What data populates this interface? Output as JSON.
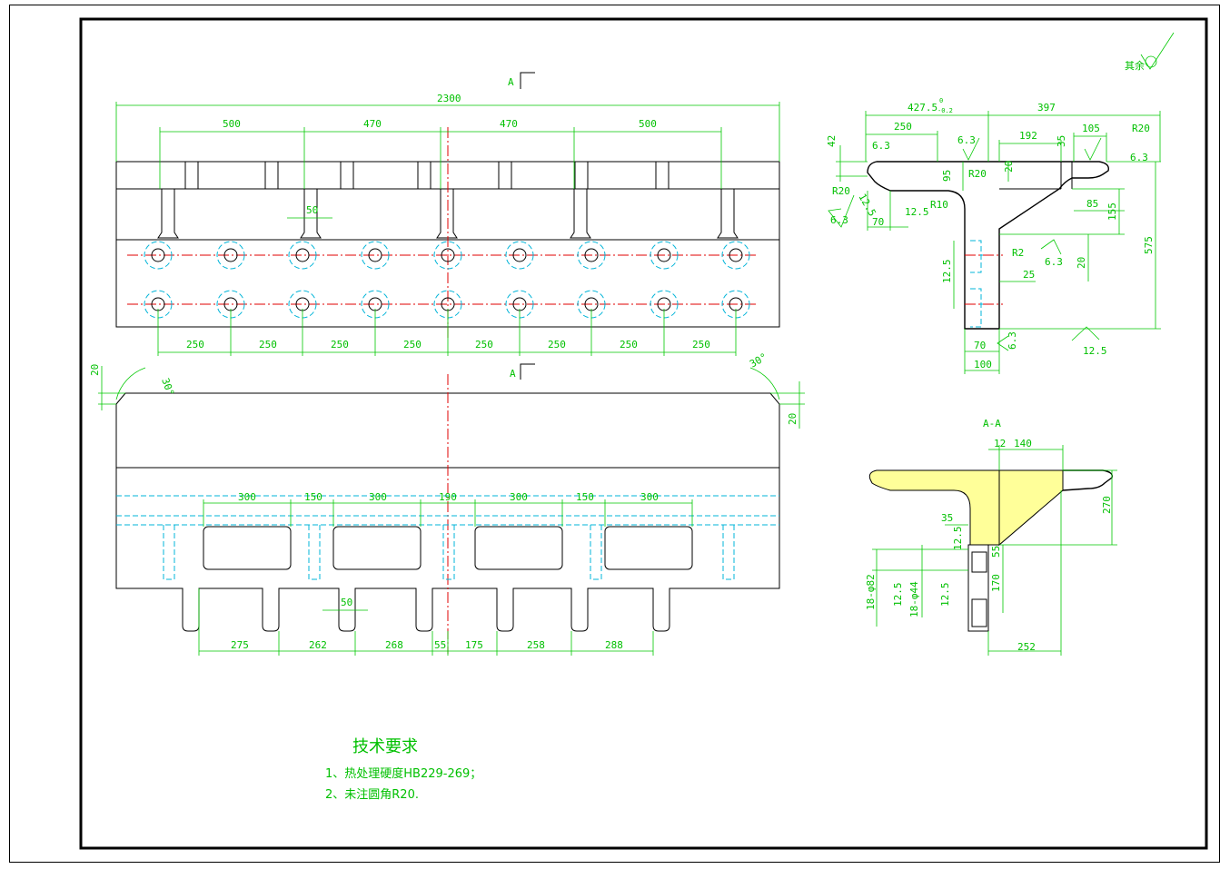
{
  "section_marks": {
    "a_top": "A",
    "a_mid": "A",
    "aa_title": "A-A"
  },
  "roughness": {
    "general": "其余"
  },
  "front_view": {
    "overall": "2300",
    "top_spans": [
      "500",
      "470",
      "470",
      "500"
    ],
    "rib_width": "50",
    "hole_spacing": [
      "250",
      "250",
      "250",
      "250",
      "250",
      "250",
      "250",
      "250"
    ]
  },
  "bottom_view": {
    "chamfer_left": "20",
    "chamfer_right": "20",
    "angle_left": "30°",
    "angle_right": "30°",
    "window_spans": [
      "300",
      "150",
      "300",
      "190",
      "300",
      "150",
      "300"
    ],
    "rib_width": "50",
    "bottom_spans": [
      "275",
      "262",
      "268",
      "55",
      "175",
      "258",
      "288"
    ]
  },
  "side_view": {
    "upper": [
      "427.5",
      "397",
      "250",
      "192",
      "105",
      "R20",
      "6.3"
    ],
    "tolerance_sup": "0",
    "tolerance_sub": "-0.2",
    "left": [
      "42",
      "R20",
      "6.3",
      "12.5",
      "6.3",
      "70",
      "12.5",
      "R10"
    ],
    "middle": [
      "95",
      "R20",
      "20",
      "35",
      "6.3"
    ],
    "right": [
      "85",
      "155",
      "575",
      "R2",
      "25",
      "6.3",
      "20"
    ],
    "lower": [
      "12.5",
      "70",
      "6.3",
      "100",
      "12.5"
    ]
  },
  "section_view": {
    "top": [
      "12",
      "140"
    ],
    "right": [
      "270"
    ],
    "left": [
      "35",
      "12.5",
      "55",
      "170",
      "18-φ82",
      "12.5",
      "18-φ44",
      "12.5"
    ],
    "bottom": [
      "252"
    ]
  },
  "requirements": {
    "title": "技术要求",
    "items": [
      "1、热处理硬度HB229-269；",
      "2、未注圆角R20."
    ]
  }
}
